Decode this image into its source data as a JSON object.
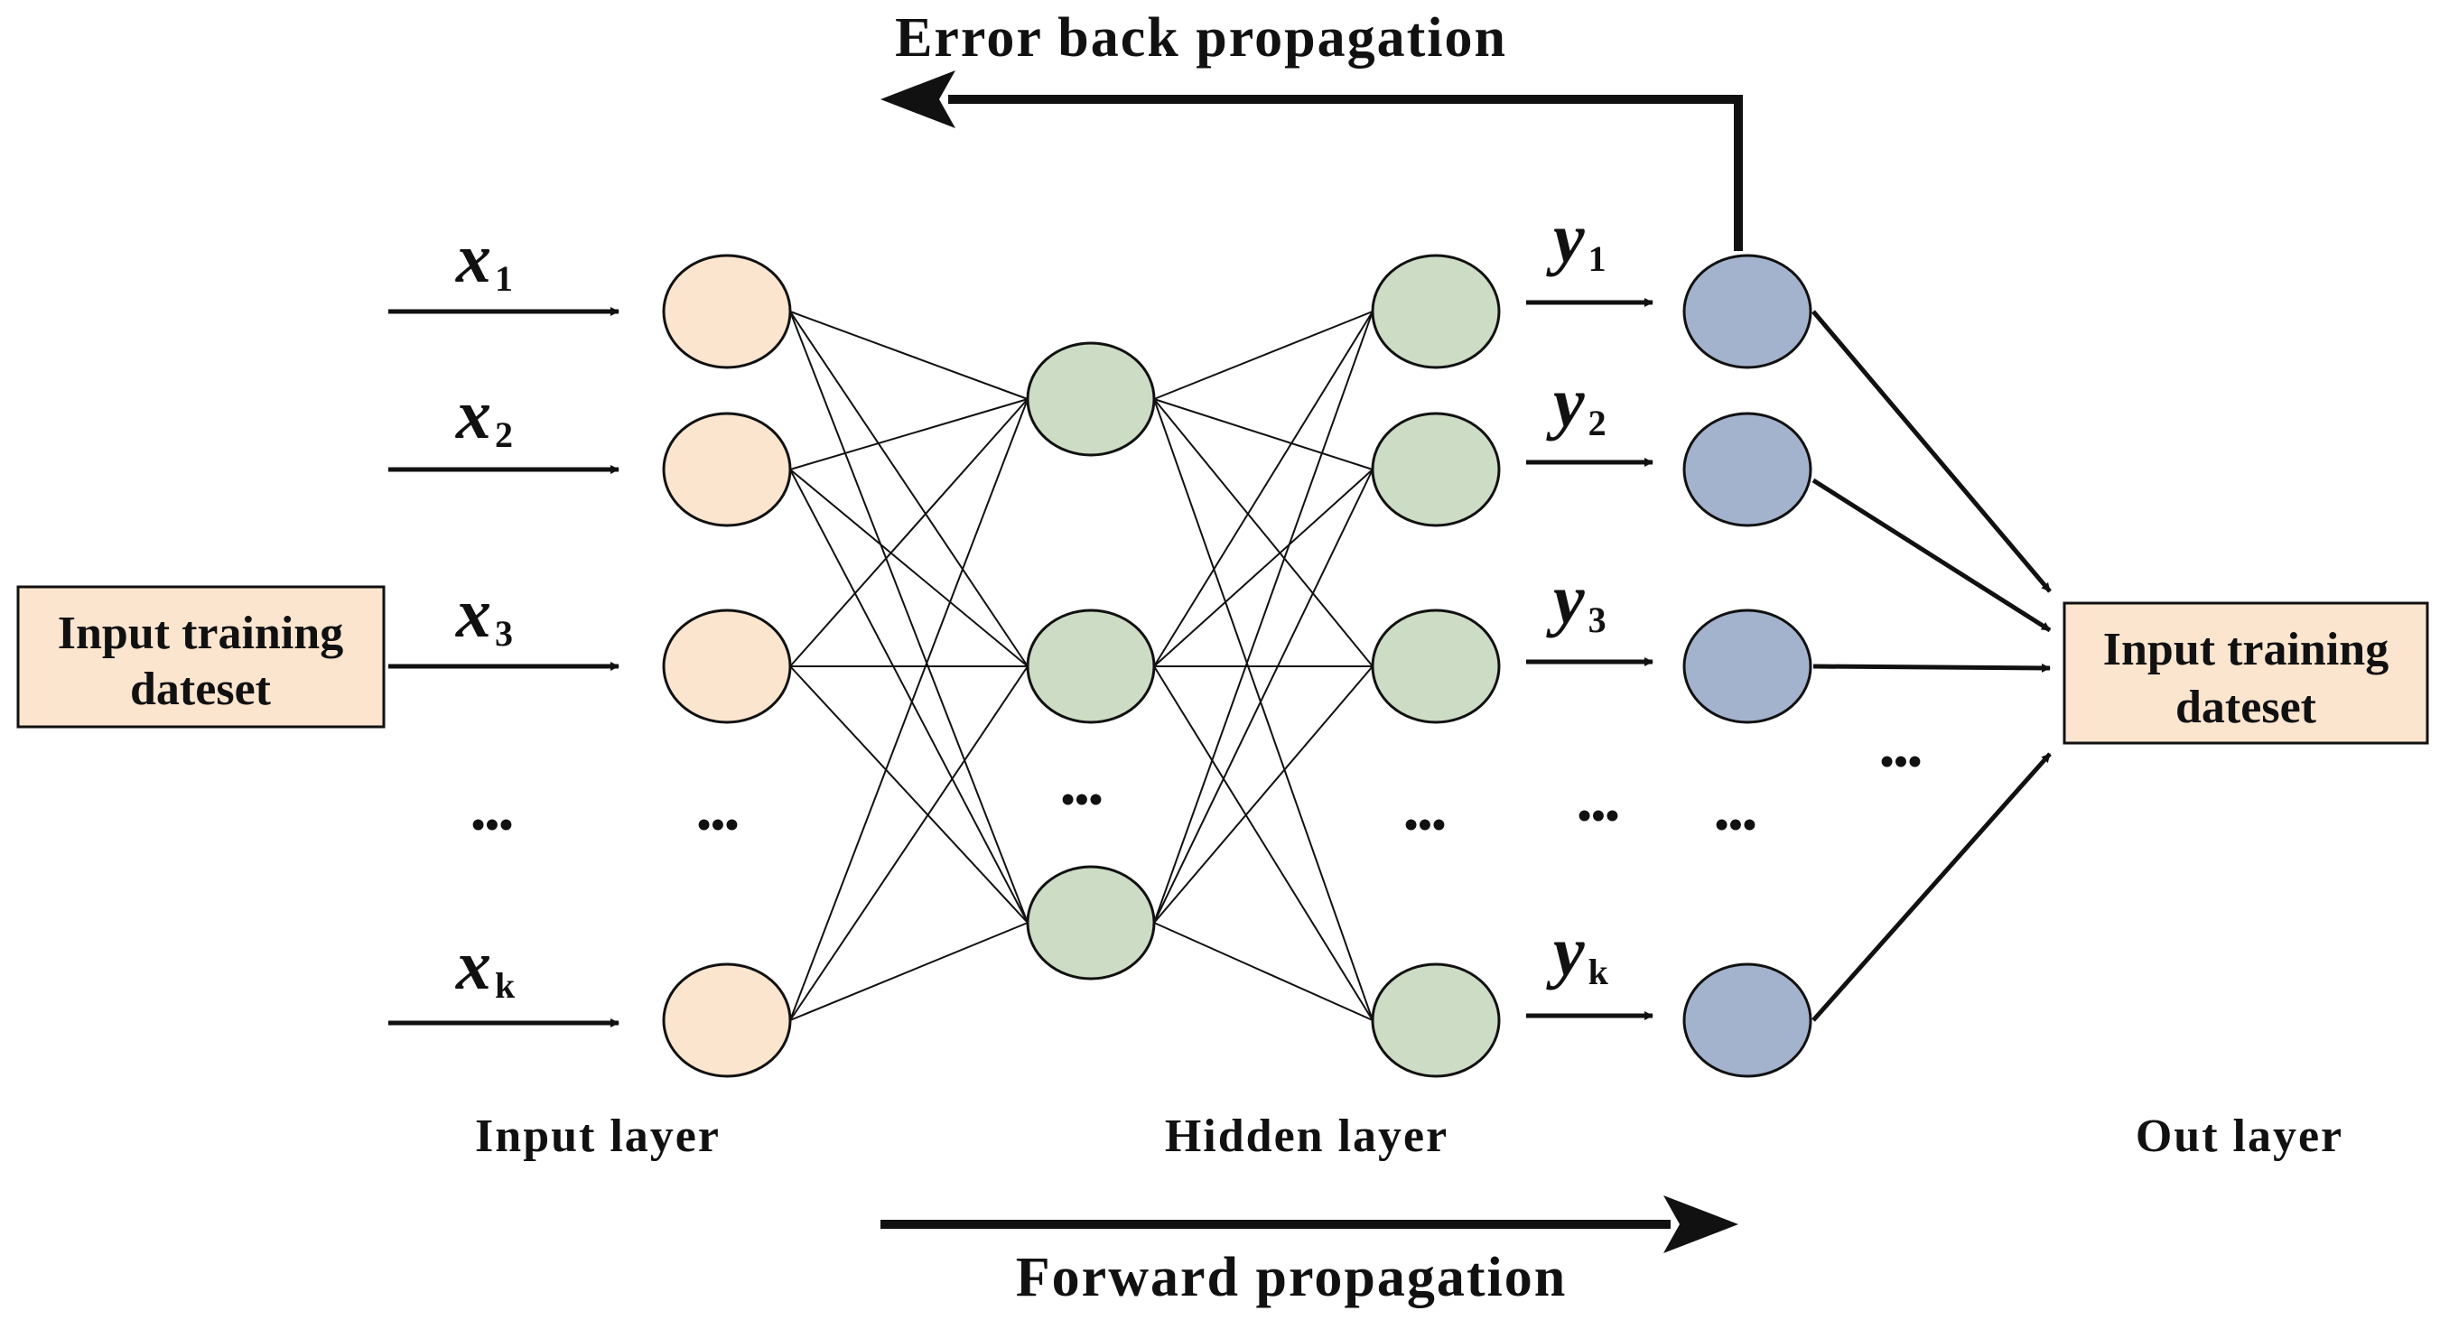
{
  "title_top": "Error back propagation",
  "title_bottom": "Forward propagation",
  "input_box": {
    "line1": "Input training",
    "line2": "dateset"
  },
  "output_box": {
    "line1": "Input training",
    "line2": "dateset"
  },
  "layer_labels": {
    "input": "Input layer",
    "hidden": "Hidden layer",
    "output": "Out layer"
  },
  "inputs": [
    {
      "var": "x",
      "sub": "1"
    },
    {
      "var": "x",
      "sub": "2"
    },
    {
      "var": "x",
      "sub": "3"
    },
    {
      "var": "x",
      "sub": "k"
    }
  ],
  "outputs": [
    {
      "var": "y",
      "sub": "1"
    },
    {
      "var": "y",
      "sub": "2"
    },
    {
      "var": "y",
      "sub": "3"
    },
    {
      "var": "y",
      "sub": "k"
    }
  ],
  "ellipsis": "•••",
  "colors": {
    "input_node": "#fbe5cf",
    "hidden_node": "#cddcc4",
    "output_node": "#a3b2cd",
    "box_fill": "#fbe5cf",
    "stroke": "#111111"
  }
}
